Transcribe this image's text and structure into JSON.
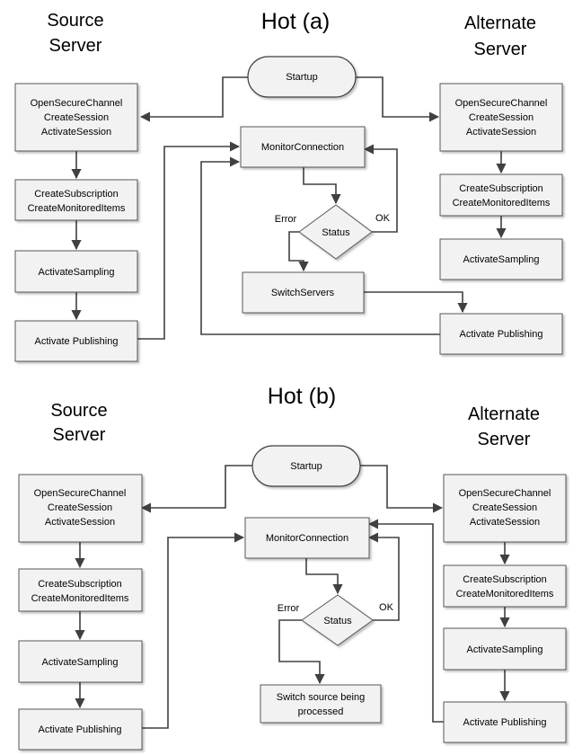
{
  "panel_a": {
    "title": "Hot (a)",
    "source_header": [
      "Source",
      "Server"
    ],
    "alternate_header": [
      "Alternate",
      "Server"
    ],
    "startup": "Startup",
    "src_session": [
      "OpenSecureChannel",
      "CreateSession",
      "ActivateSession"
    ],
    "src_subscription": [
      "CreateSubscription",
      "CreateMonitoredItems"
    ],
    "src_sampling": "ActivateSampling",
    "src_publishing": "Activate Publishing",
    "monitor": "MonitorConnection",
    "status": "Status",
    "error": "Error",
    "ok": "OK",
    "switch": "SwitchServers",
    "alt_session": [
      "OpenSecureChannel",
      "CreateSession",
      "ActivateSession"
    ],
    "alt_subscription": [
      "CreateSubscription",
      "CreateMonitoredItems"
    ],
    "alt_sampling": "ActivateSampling",
    "alt_publishing": "Activate Publishing"
  },
  "panel_b": {
    "title": "Hot (b)",
    "source_header": [
      "Source",
      "Server"
    ],
    "alternate_header": [
      "Alternate",
      "Server"
    ],
    "startup": "Startup",
    "src_session": [
      "OpenSecureChannel",
      "CreateSession",
      "ActivateSession"
    ],
    "src_subscription": [
      "CreateSubscription",
      "CreateMonitoredItems"
    ],
    "src_sampling": "ActivateSampling",
    "src_publishing": "Activate Publishing",
    "monitor": "MonitorConnection",
    "status": "Status",
    "error": "Error",
    "ok": "OK",
    "switch": [
      "Switch source being",
      "processed"
    ],
    "alt_session": [
      "OpenSecureChannel",
      "CreateSession",
      "ActivateSession"
    ],
    "alt_subscription": [
      "CreateSubscription",
      "CreateMonitoredItems"
    ],
    "alt_sampling": "ActivateSampling",
    "alt_publishing": "Activate Publishing"
  }
}
